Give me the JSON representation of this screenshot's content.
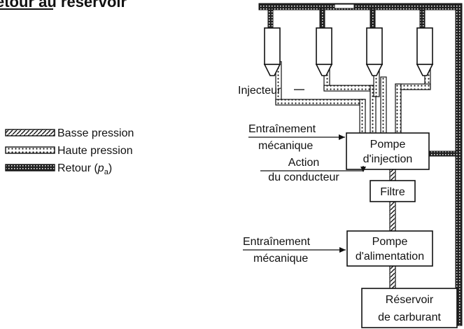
{
  "header_fragment": "etour au réservoir",
  "legend": {
    "low_pressure": "Basse pression",
    "high_pressure": "Haute pression",
    "return_label": "Retour (",
    "return_symbol": "p",
    "return_subscript": "a",
    "return_close": ")"
  },
  "labels": {
    "injector": "Injecteur",
    "mech_drive_1_line1": "Entraînement",
    "mech_drive_1_line2": "mécanique",
    "driver_action_line1": "Action",
    "driver_action_line2": "du conducteur",
    "mech_drive_2_line1": "Entraînement",
    "mech_drive_2_line2": "mécanique"
  },
  "boxes": {
    "injection_pump_line1": "Pompe",
    "injection_pump_line2": "d'injection",
    "filter": "Filtre",
    "feed_pump_line1": "Pompe",
    "feed_pump_line2": "d'alimentation",
    "tank_line1": "Réservoir",
    "tank_line2": "de carburant"
  },
  "colors": {
    "ink": "#111111",
    "paper": "#ffffff"
  }
}
